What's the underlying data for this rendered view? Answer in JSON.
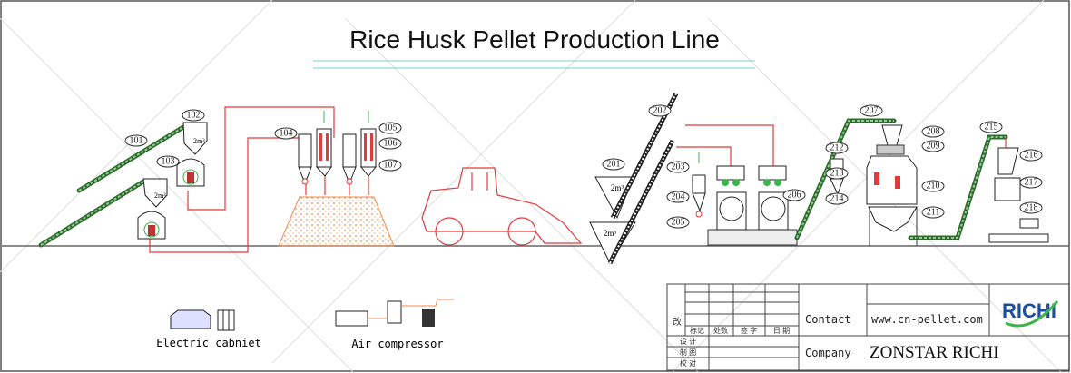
{
  "title": "Rice Husk Pellet Production Line",
  "colors": {
    "pipe": "#e23b3b",
    "conveyor": "#2f6b2f",
    "accent_line": "#6fd3d8",
    "pile": "#f08a4b",
    "logo_blue": "#1a4fa8",
    "logo_green": "#39b54a"
  },
  "volume_label": "2m³",
  "labels": [
    "101",
    "102",
    "103",
    "104",
    "105",
    "106",
    "107",
    "201",
    "202",
    "203",
    "204",
    "205",
    "206",
    "207",
    "208",
    "209",
    "210",
    "211",
    "212",
    "213",
    "214",
    "215",
    "216",
    "217",
    "218"
  ],
  "legend": {
    "electric_cabinet": "Electric cabniet",
    "air_compressor": "Air compressor"
  },
  "title_block": {
    "revision_char": "改",
    "headers": [
      "标记",
      "处数",
      "签 字",
      "日 期"
    ],
    "rows": [
      "设 计",
      "制 图",
      "校 对"
    ],
    "contact_label": "Contact",
    "contact_value": "www.cn-pellet.com",
    "company_label": "Company",
    "company_value": "ZONSTAR RICHI",
    "logo": "RICHI"
  }
}
